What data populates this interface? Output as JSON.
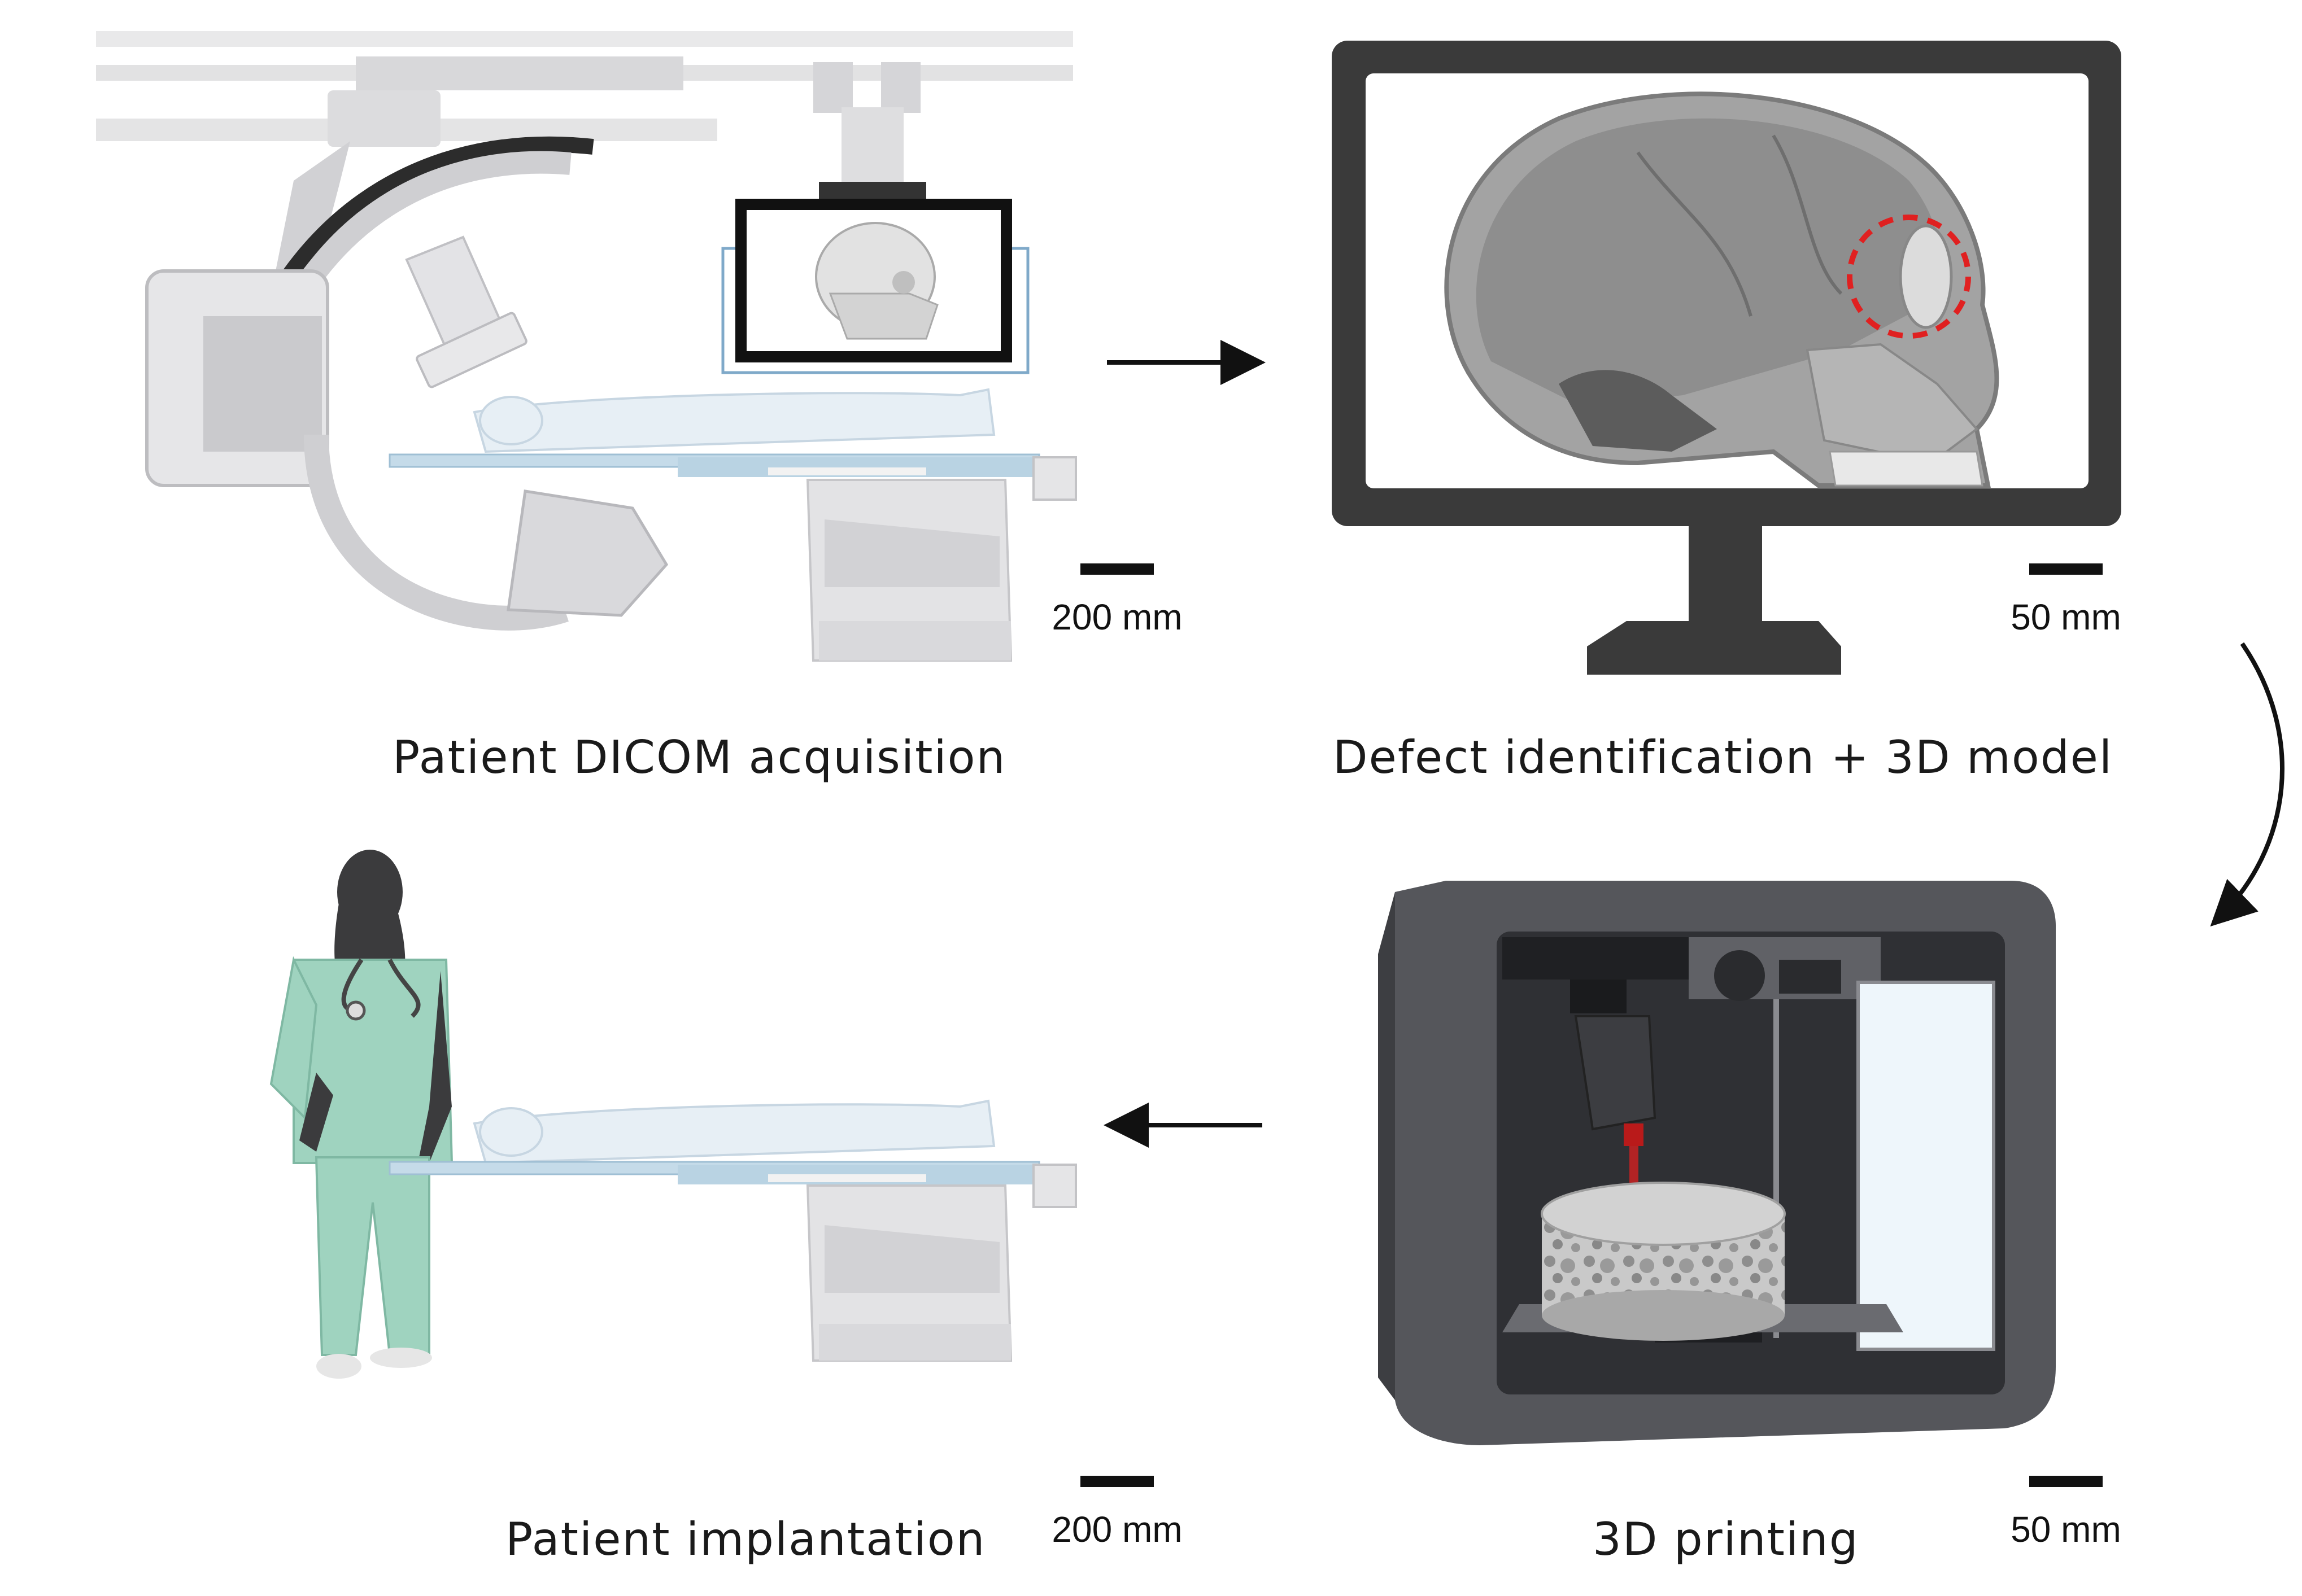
{
  "steps": {
    "acquisition": {
      "label": "Patient DICOM acquisition",
      "scale": "200 mm"
    },
    "modeling": {
      "label": "Defect identification + 3D model",
      "scale": "50 mm"
    },
    "printing": {
      "label": "3D printing",
      "scale": "50 mm"
    },
    "implantation": {
      "label": "Patient implantation",
      "scale": "200 mm"
    }
  },
  "colors": {
    "monitor_frame": "#3a3a3a",
    "skull_gray": "#9a9a9a",
    "defect_marker": "#e02020",
    "printer_body": "#55565b",
    "scrubs": "#9fd3bf",
    "table_blue": "#b9d3e3"
  }
}
